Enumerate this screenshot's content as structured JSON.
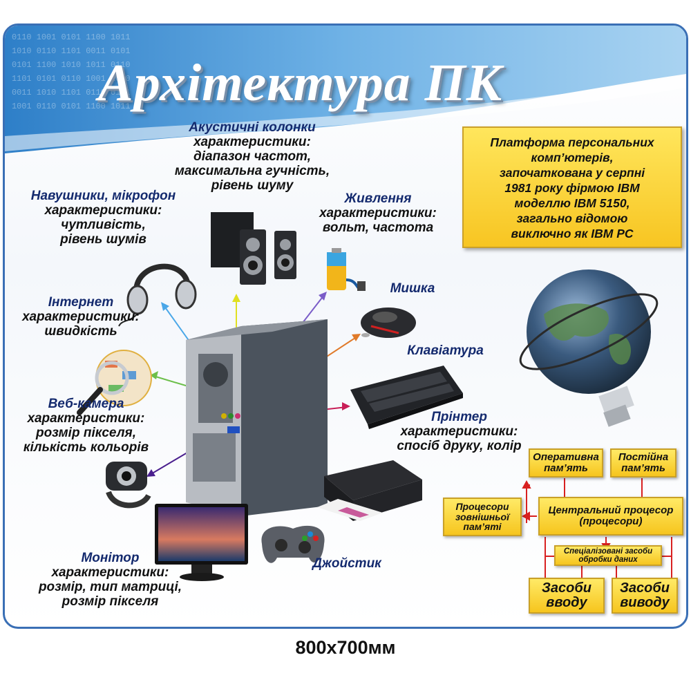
{
  "title": "Архітектура ПК",
  "dimensions": "800x700мм",
  "labels": {
    "speakers": {
      "head": "Акустичні колонки",
      "lines": [
        "характеристики:",
        "діапазон частот,",
        "максимальна гучність,",
        "рівень шуму"
      ]
    },
    "headphones": {
      "head": "Навушники, мікрофон",
      "lines": [
        "характеристики:",
        "чутливість,",
        "рівень шумів"
      ]
    },
    "power": {
      "head": "Живлення",
      "lines": [
        "характеристики:",
        "вольт, частота"
      ]
    },
    "mouse": {
      "head": "Мишка"
    },
    "internet": {
      "head": "Інтернет",
      "lines": [
        "характеристики:",
        "швидкість"
      ]
    },
    "keyboard": {
      "head": "Клавіатура"
    },
    "webcam": {
      "head": "Веб-камера",
      "lines": [
        "характеристики:",
        "розмір пікселя,",
        "кількість кольорів"
      ]
    },
    "printer": {
      "head": "Прінтер",
      "lines": [
        "характеристики:",
        "спосіб друку, колір"
      ]
    },
    "monitor": {
      "head": "Монітор",
      "lines": [
        "характеристики:",
        "розмір, тип матриці,",
        "розмір пікселя"
      ]
    },
    "joystick": {
      "head": "Джойстик"
    }
  },
  "info_box": [
    "Платформа персональних",
    "комп’ютерів,",
    "започаткована у серпні",
    "1981 року фірмою IBM",
    "моделлю IBM 5150,",
    "загально відомою",
    "виключно як IBM PC"
  ],
  "diagram": {
    "ram": [
      "Оперативна",
      "пам’ять"
    ],
    "rom": [
      "Постійна",
      "пам’ять"
    ],
    "ext_mem": [
      "Процесори",
      "зовнішньої",
      "пам’яті"
    ],
    "cpu": [
      "Центральний процесор",
      "(процесори)"
    ],
    "special": [
      "Спеціалізовані засоби",
      "обробки даних"
    ],
    "input": [
      "Засоби",
      "вводу"
    ],
    "output": [
      "Засоби",
      "виводу"
    ]
  },
  "colors": {
    "border": "#3a6fb5",
    "title_text": "#ffffff",
    "heading_text": "#142a6e",
    "box_fill": "#f6c51e"
  }
}
